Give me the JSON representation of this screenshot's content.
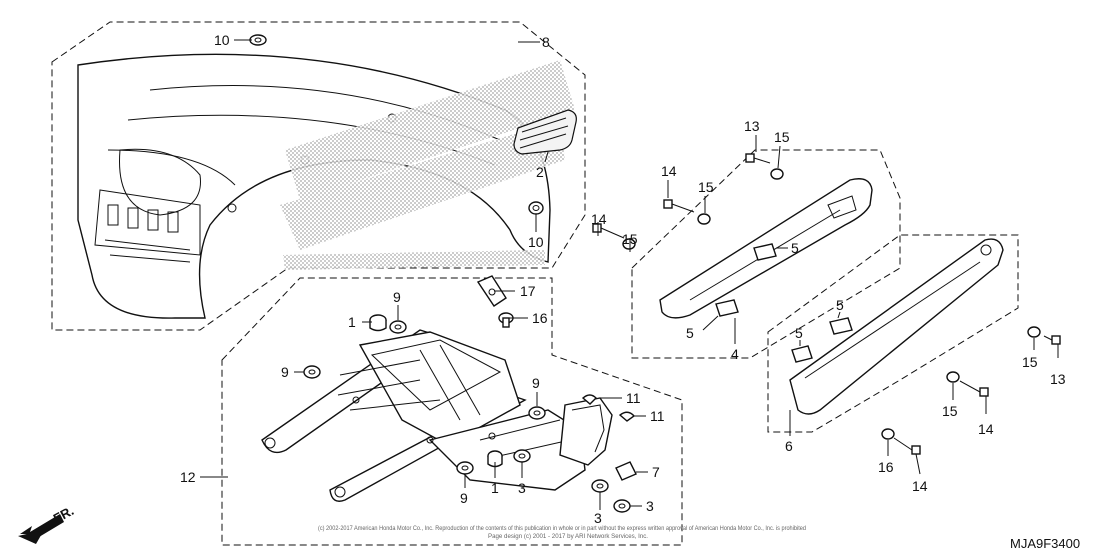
{
  "diagram_code": "MJA9F3400",
  "copyright": {
    "line1": "(c) 2002-2017 American Honda Motor Co., Inc. Reproduction of the contents of this publication in whole or in part without the express written approval of American Honda Motor Co., Inc. is prohibited",
    "line2": "Page design (c) 2001 - 2017 by ARI Network Services, Inc."
  },
  "front_label": "FR.",
  "callouts": [
    {
      "id": "c1a",
      "text": "1"
    },
    {
      "id": "c1b",
      "text": "1"
    },
    {
      "id": "c2",
      "text": "2"
    },
    {
      "id": "c3a",
      "text": "3"
    },
    {
      "id": "c3b",
      "text": "3"
    },
    {
      "id": "c3c",
      "text": "3"
    },
    {
      "id": "c4",
      "text": "4"
    },
    {
      "id": "c5a",
      "text": "5"
    },
    {
      "id": "c5b",
      "text": "5"
    },
    {
      "id": "c5c",
      "text": "5"
    },
    {
      "id": "c5d",
      "text": "5"
    },
    {
      "id": "c6",
      "text": "6"
    },
    {
      "id": "c7",
      "text": "7"
    },
    {
      "id": "c8",
      "text": "8"
    },
    {
      "id": "c9a",
      "text": "9"
    },
    {
      "id": "c9b",
      "text": "9"
    },
    {
      "id": "c9c",
      "text": "9"
    },
    {
      "id": "c9d",
      "text": "9"
    },
    {
      "id": "c10a",
      "text": "10"
    },
    {
      "id": "c10b",
      "text": "10"
    },
    {
      "id": "c11a",
      "text": "11"
    },
    {
      "id": "c11b",
      "text": "11"
    },
    {
      "id": "c12",
      "text": "12"
    },
    {
      "id": "c13a",
      "text": "13"
    },
    {
      "id": "c13b",
      "text": "13"
    },
    {
      "id": "c14a",
      "text": "14"
    },
    {
      "id": "c14b",
      "text": "14"
    },
    {
      "id": "c14c",
      "text": "14"
    },
    {
      "id": "c14d",
      "text": "14"
    },
    {
      "id": "c15a",
      "text": "15"
    },
    {
      "id": "c15b",
      "text": "15"
    },
    {
      "id": "c15c",
      "text": "15"
    },
    {
      "id": "c15d",
      "text": "15"
    },
    {
      "id": "c15e",
      "text": "15"
    },
    {
      "id": "c16",
      "text": "16"
    },
    {
      "id": "c17",
      "text": "17"
    }
  ]
}
